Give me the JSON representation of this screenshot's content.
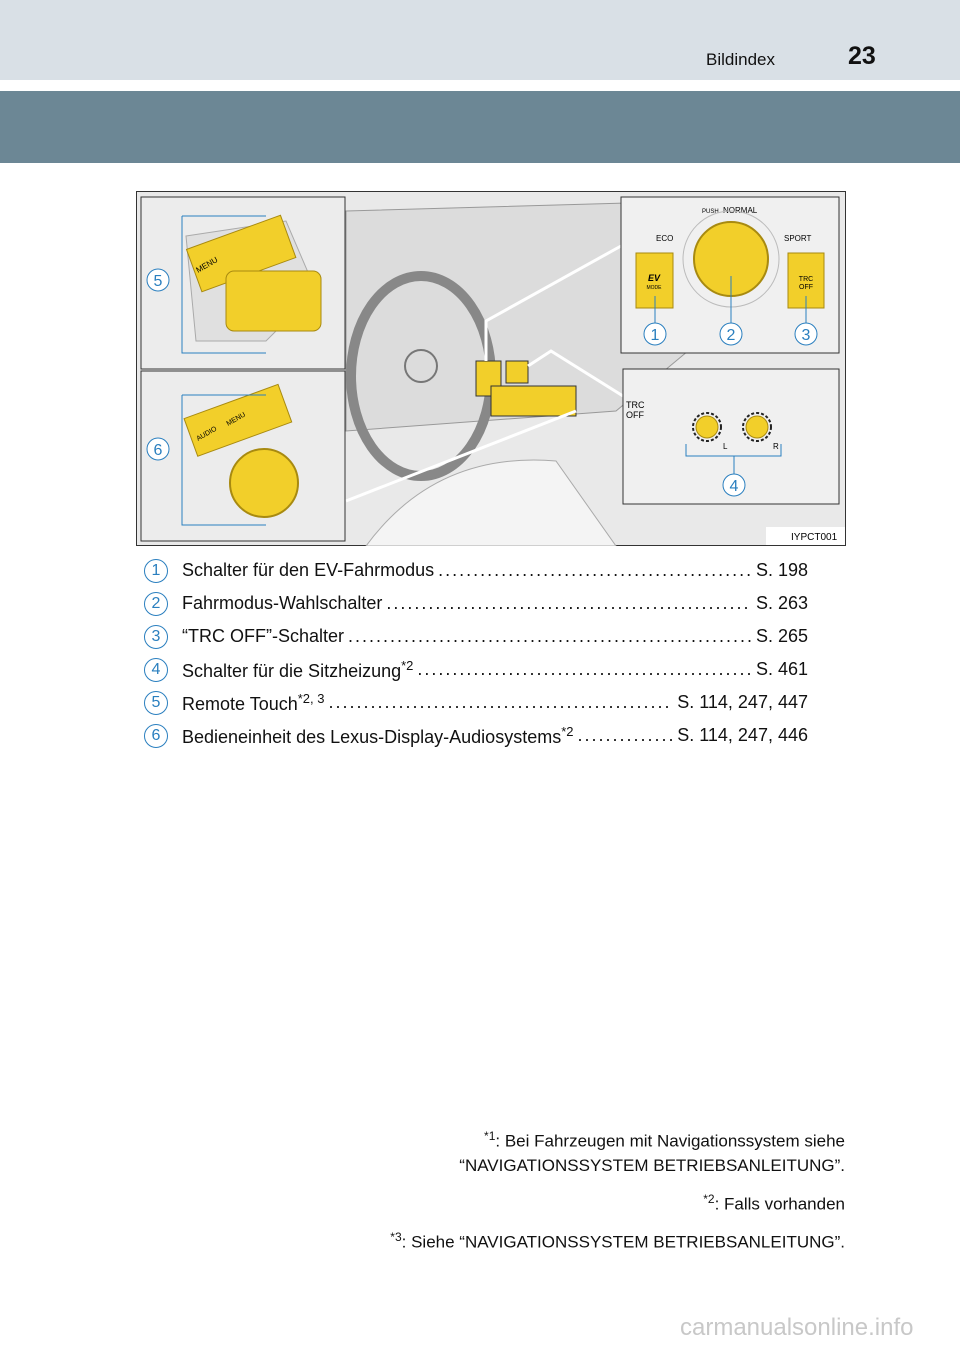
{
  "header": {
    "section": "Bildindex",
    "page_number": "23"
  },
  "figure": {
    "code": "IYPCT001",
    "labels": {
      "menu": "MENU",
      "audio": "AUDIO",
      "push": "PUSH",
      "normal": "NORMAL",
      "eco": "ECO",
      "sport": "SPORT",
      "ev": "EV",
      "mode": "MODE",
      "trc": "TRC",
      "off": "OFF",
      "left": "L",
      "right": "R"
    },
    "callouts": [
      "1",
      "2",
      "3",
      "4",
      "5",
      "6"
    ]
  },
  "items": [
    {
      "num": "1",
      "label": "Schalter für den EV-Fahrmodus",
      "sup": "",
      "ref": "S. 198"
    },
    {
      "num": "2",
      "label": "Fahrmodus-Wahlschalter",
      "sup": "",
      "ref": "S. 263"
    },
    {
      "num": "3",
      "label": "“TRC OFF”-Schalter",
      "sup": "",
      "ref": "S. 265"
    },
    {
      "num": "4",
      "label": "Schalter für die Sitzheizung",
      "sup": "*2",
      "ref": "S. 461"
    },
    {
      "num": "5",
      "label": "Remote Touch",
      "sup": "*2, 3",
      "ref": "S. 114, 247, 447"
    },
    {
      "num": "6",
      "label": "Bedieneinheit des Lexus-Display-Audiosystems",
      "sup": "*2",
      "ref": "S. 114, 247, 446"
    }
  ],
  "footnotes": [
    {
      "mark": "*1",
      "lines": [
        ": Bei Fahrzeugen mit Navigationssystem siehe",
        "“NAVIGATIONSSYSTEM BETRIEBSANLEITUNG”."
      ]
    },
    {
      "mark": "*2",
      "lines": [
        ": Falls vorhanden"
      ]
    },
    {
      "mark": "*3",
      "lines": [
        ": Siehe “NAVIGATIONSSYSTEM BETRIEBSANLEITUNG”."
      ]
    }
  ],
  "watermark": "carmanualsonline.info",
  "colors": {
    "accent_blue": "#2a7fbf",
    "highlight_yellow": "#f2cf2a",
    "band": "#6c8795",
    "top_band": "#d9e0e6"
  }
}
